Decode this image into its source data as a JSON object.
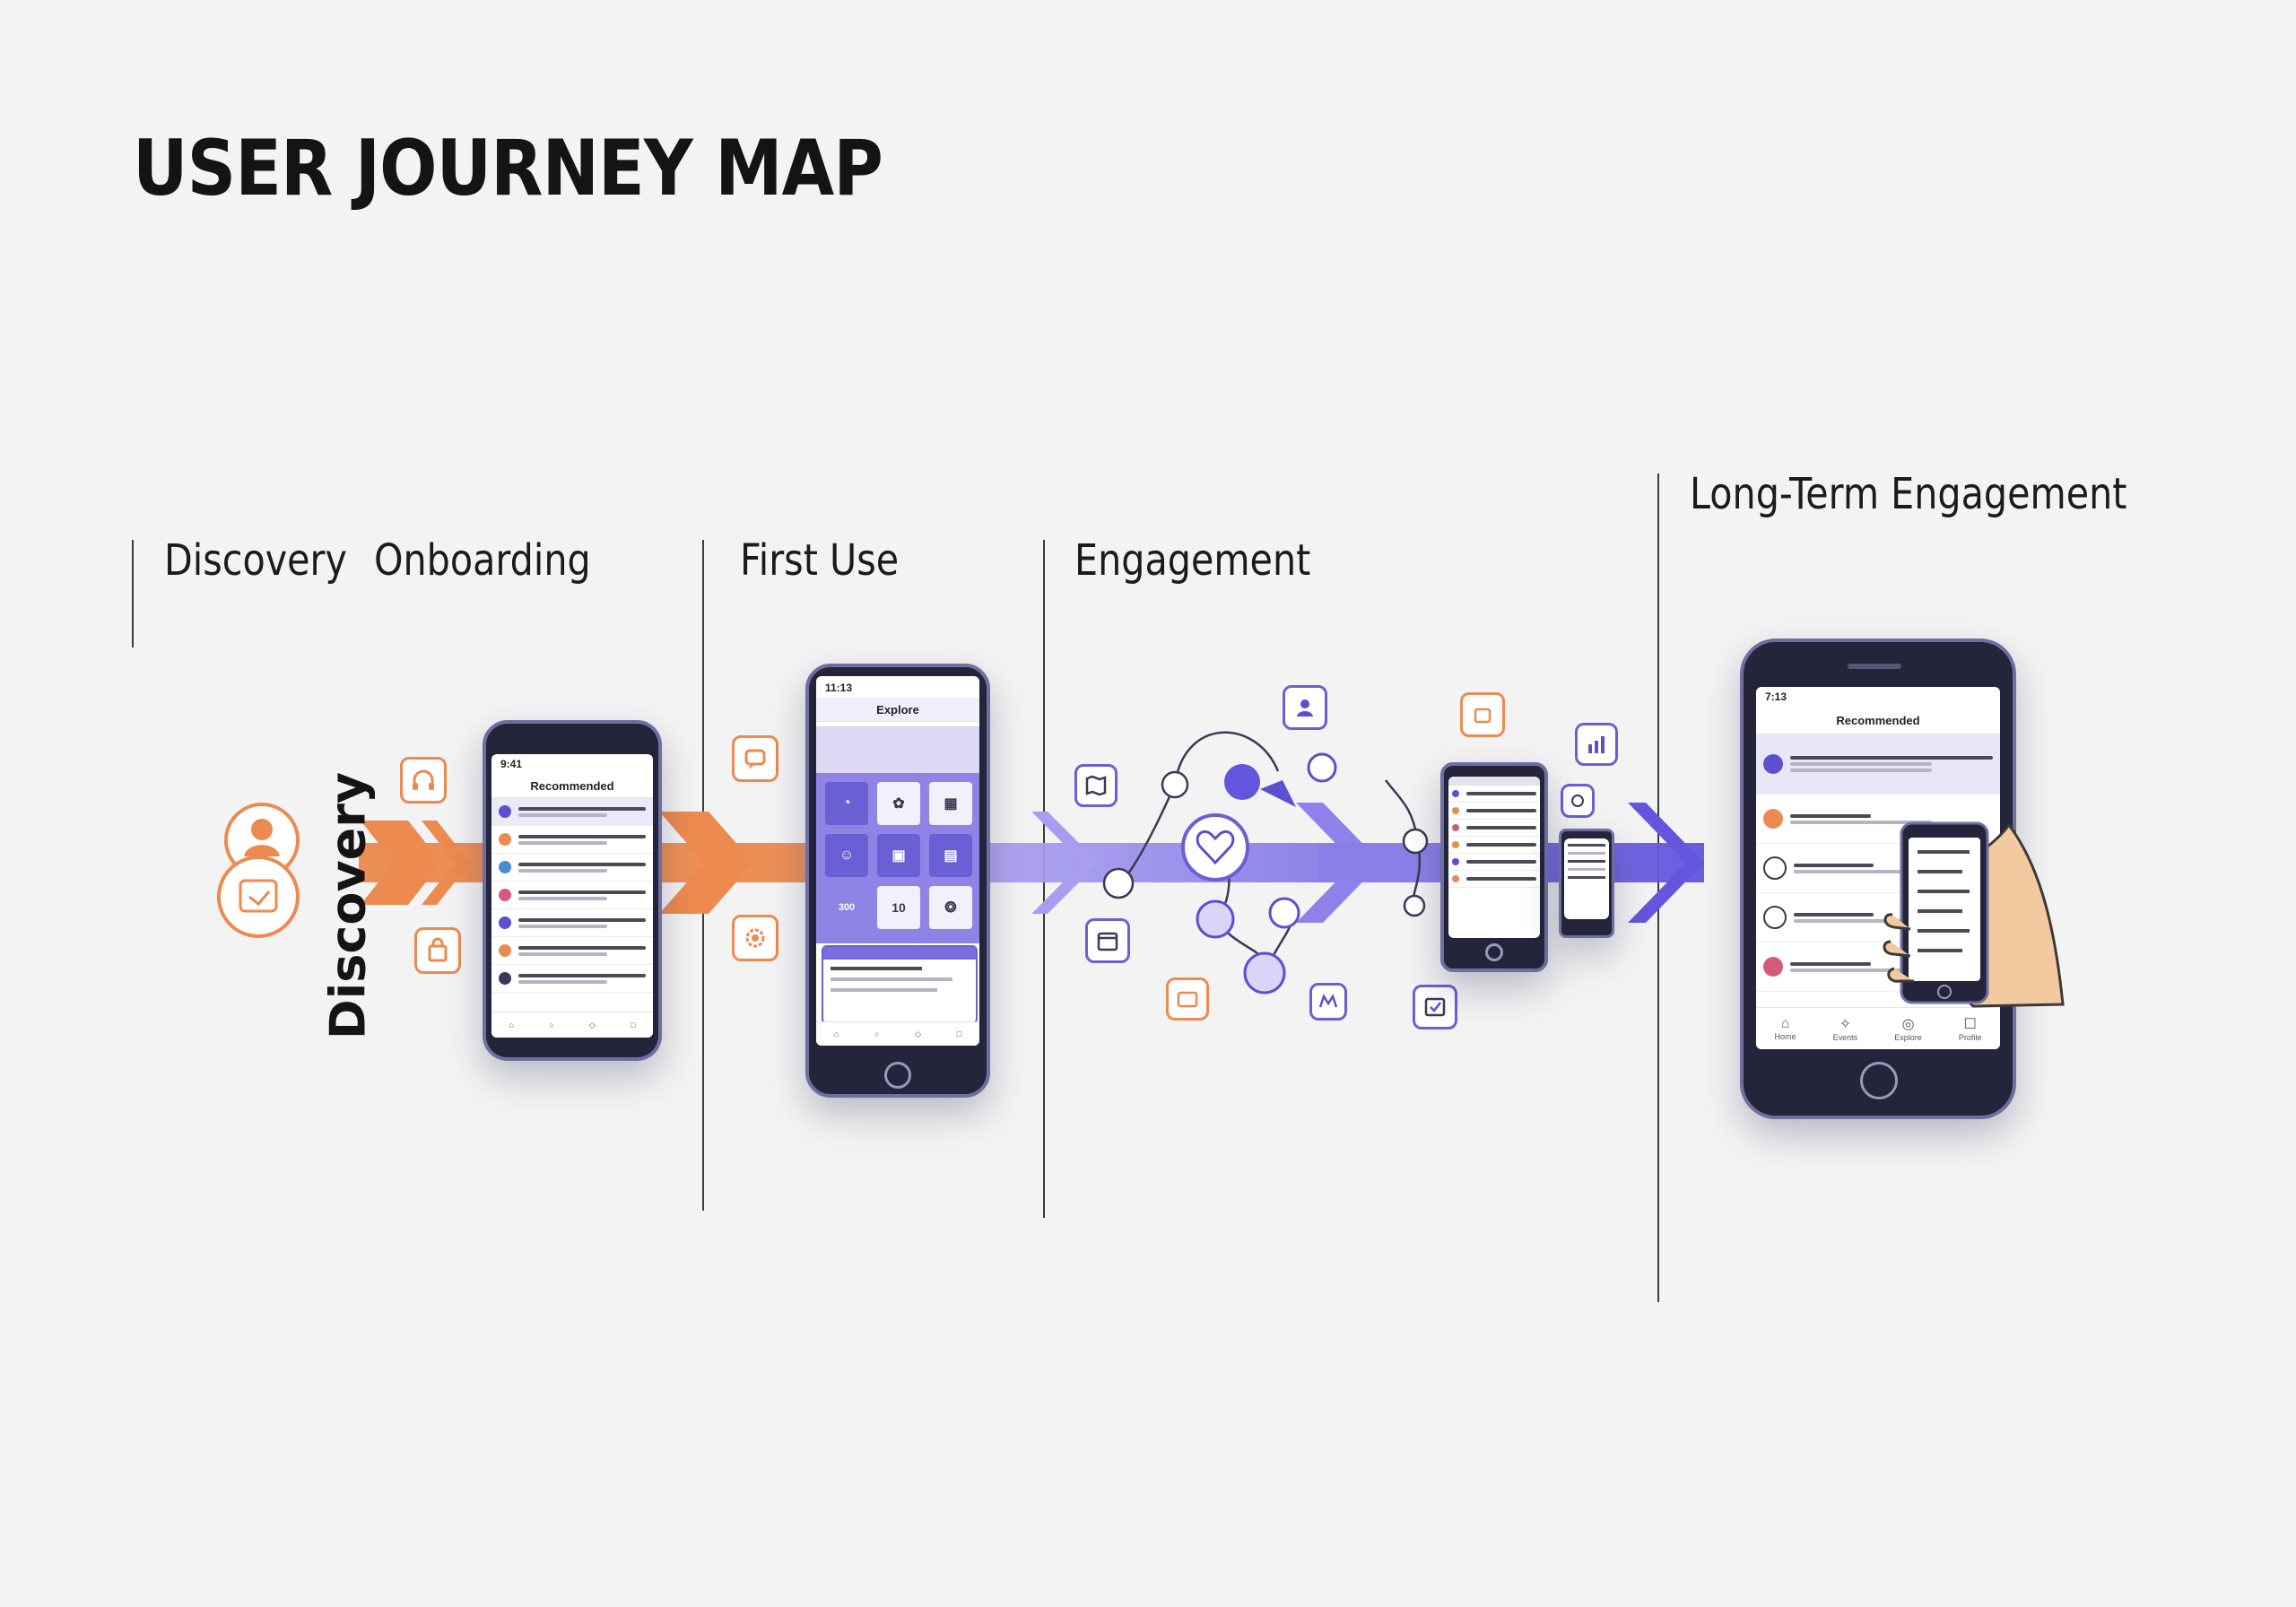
{
  "title": "USER JOURNEY MAP",
  "stages": {
    "discovery": "Discovery",
    "onboarding": "Onboarding",
    "first_use": "First Use",
    "engagement": "Engagement",
    "long_term": "Long-Term Engagement"
  },
  "vertical_label": "Discovery",
  "colors": {
    "orange": "#ec8a4f",
    "purple": "#7a6de0",
    "purple_light": "#b3aaf0",
    "purple_deep": "#5c4fd0",
    "phone_frame": "#24243a"
  },
  "phone_onboarding": {
    "time": "9:41",
    "header": "Recommended"
  },
  "phone_first_use": {
    "time": "11:13",
    "header": "Explore",
    "cell_values": [
      "300",
      "10"
    ]
  },
  "phone_long_term": {
    "time": "7:13",
    "header": "Recommended",
    "tabs": [
      "Home",
      "Events",
      "Explore",
      "Profile"
    ]
  },
  "icons": {
    "discovery_user": "user-icon",
    "discovery_cart": "cart-icon",
    "onboarding_a": "headphones-icon",
    "onboarding_b": "shopping-bag-icon",
    "first_use_a": "chat-bubble-icon",
    "first_use_b": "gear-icon",
    "engagement": [
      "profile-icon",
      "heart-icon",
      "bar-chart-icon",
      "calendar-icon",
      "message-icon",
      "map-icon"
    ]
  }
}
